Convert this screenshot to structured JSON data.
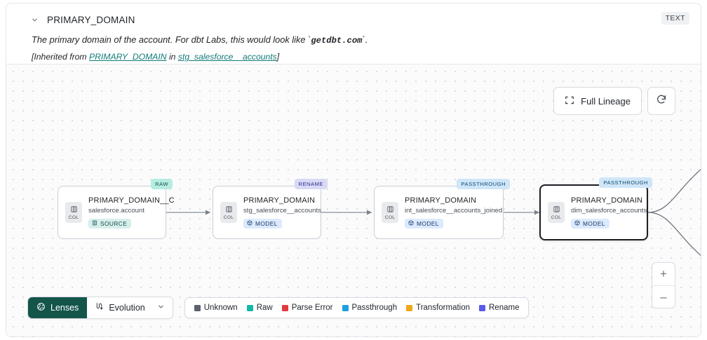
{
  "header": {
    "chevron_icon": "chevron-down-icon",
    "title": "PRIMARY_DOMAIN",
    "type_badge": "TEXT",
    "description_prefix": "The primary domain of the account. For dbt Labs, this would look like `",
    "description_code": "getdbt.com",
    "description_suffix": "`.",
    "inherited_prefix": "[Inherited from ",
    "inherited_link_1": "PRIMARY_DOMAIN",
    "inherited_mid": " in ",
    "inherited_link_2": "stg_salesforce__accounts",
    "inherited_suffix": "]"
  },
  "controls": {
    "full_lineage_label": "Full Lineage",
    "full_lineage_icon": "expand-icon",
    "refresh_icon": "refresh-icon",
    "zoom_in_label": "+",
    "zoom_out_label": "–"
  },
  "graph": {
    "nodes": [
      {
        "tag": "RAW",
        "tag_style": "tag-raw",
        "chip_icon": "column-icon",
        "chip_label": "COL",
        "title": "PRIMARY_DOMAIN__C",
        "subtitle": "salesforce.account",
        "badge_label": "SOURCE",
        "badge_icon": "database-icon",
        "badge_style": "source",
        "selected": false
      },
      {
        "tag": "RENAME",
        "tag_style": "tag-ren",
        "chip_icon": "column-icon",
        "chip_label": "COL",
        "title": "PRIMARY_DOMAIN",
        "subtitle": "stg_salesforce__accounts",
        "badge_label": "MODEL",
        "badge_icon": "cube-icon",
        "badge_style": "model",
        "selected": false
      },
      {
        "tag": "PASSTHROUGH",
        "tag_style": "tag-pass",
        "chip_icon": "column-icon",
        "chip_label": "COL",
        "title": "PRIMARY_DOMAIN",
        "subtitle": "int_salesforce__accounts_joined",
        "badge_label": "MODEL",
        "badge_icon": "cube-icon",
        "badge_style": "model",
        "selected": false
      },
      {
        "tag": "PASSTHROUGH",
        "tag_style": "tag-pass",
        "chip_icon": "column-icon",
        "chip_label": "COL",
        "title": "PRIMARY_DOMAIN",
        "subtitle": "dim_salesforce_accounts",
        "badge_label": "MODEL",
        "badge_icon": "cube-icon",
        "badge_style": "model",
        "selected": true
      }
    ]
  },
  "toolbar": {
    "lenses_label": "Lenses",
    "lenses_icon": "aperture-icon",
    "evolution_label": "Evolution",
    "evolution_icon": "evolution-icon",
    "evolution_caret_icon": "chevron-down-icon"
  },
  "legend": {
    "items": [
      {
        "label": "Unknown",
        "color": "#5b616b"
      },
      {
        "label": "Raw",
        "color": "#14b8a6"
      },
      {
        "label": "Parse Error",
        "color": "#e33b3b"
      },
      {
        "label": "Passthrough",
        "color": "#1f9fe0"
      },
      {
        "label": "Transformation",
        "color": "#f0a818"
      },
      {
        "label": "Rename",
        "color": "#5b5bea"
      }
    ]
  }
}
